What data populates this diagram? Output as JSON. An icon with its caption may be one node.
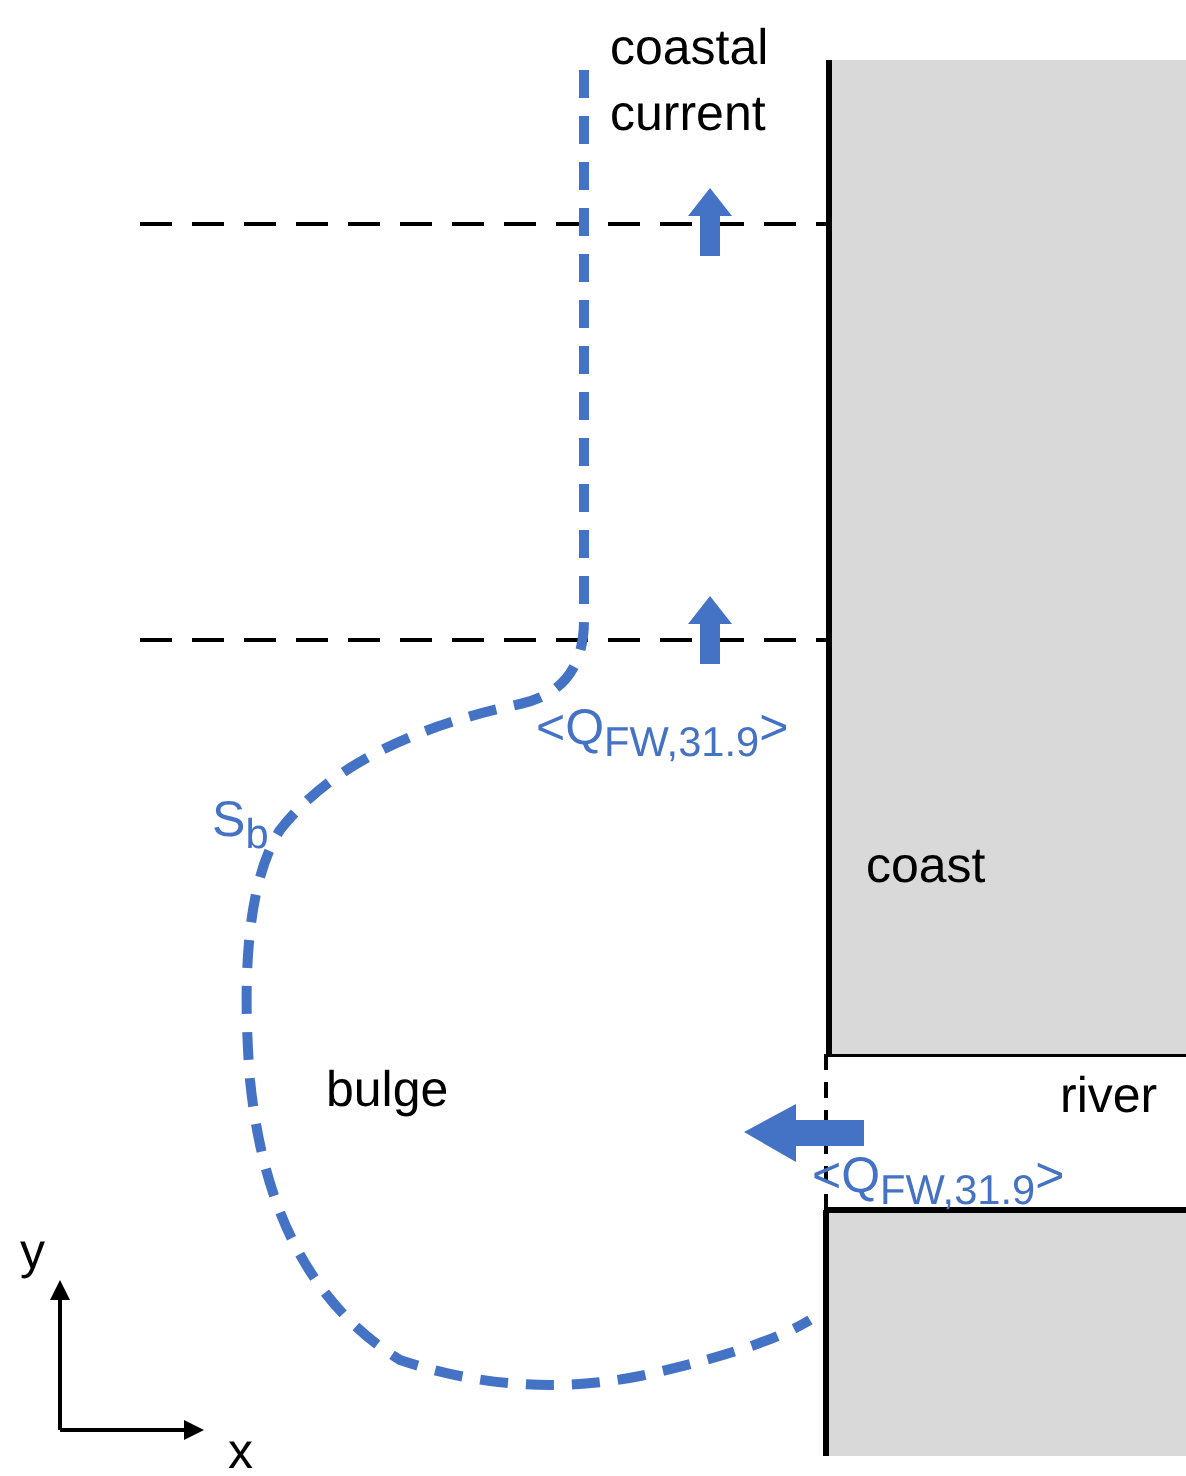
{
  "diagram": {
    "nodes": [
      {
        "text": [
          "coast"
        ]
      }
    ],
    "labels": [
      "coastal current",
      "<Q$_{FW,31.9}$>",
      "S$_{b}$",
      "bulge",
      "river",
      "<Q$_{FW,31.9}$>",
      "y",
      "x"
    ]
  }
}
